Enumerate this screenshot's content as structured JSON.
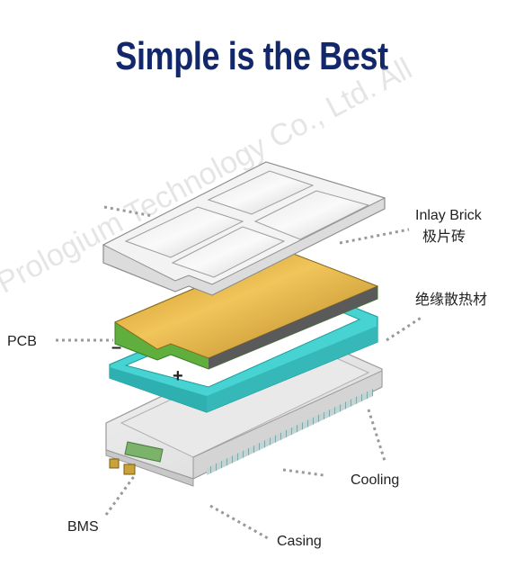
{
  "title": "Simple is the Best",
  "labels": {
    "inlay_brick_en": "Inlay Brick",
    "inlay_brick_cn": "极片砖",
    "thermal_cn": "绝缘散热材",
    "pcb": "PCB",
    "cooling": "Cooling",
    "bms": "BMS",
    "casing": "Casing",
    "minus": "–",
    "plus": "+"
  },
  "watermark": "Prologium Technology Co., Ltd. All",
  "colors": {
    "title": "#12286b",
    "pcb_top": "#d9a63a",
    "pcb_side": "#5fae3e",
    "frame": "#3ecfcf",
    "leader": "#9a9a9a"
  }
}
